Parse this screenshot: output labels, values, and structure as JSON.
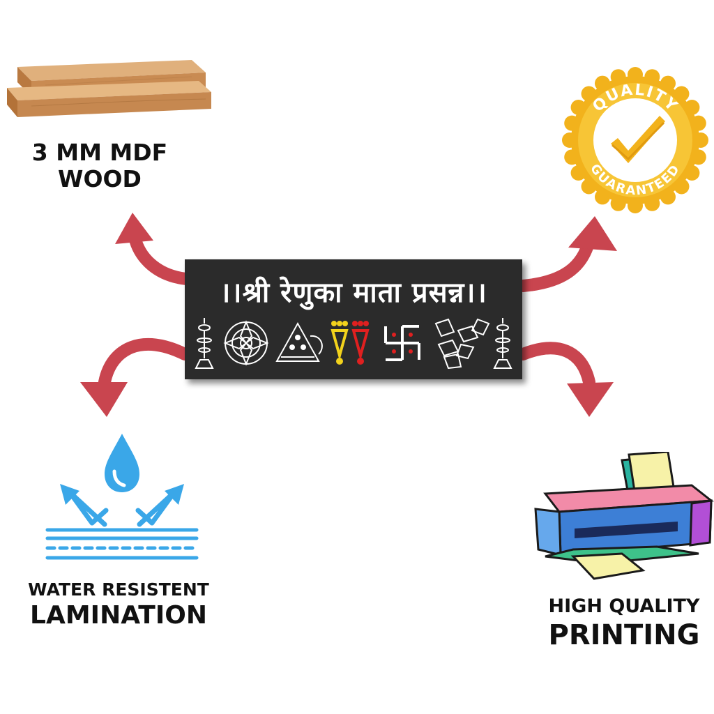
{
  "features": {
    "wood": {
      "line1": "3 MM MDF",
      "line2": "WOOD",
      "icon": "wood-planks-icon"
    },
    "quality": {
      "top_text": "QUALITY",
      "bottom_text": "GUARANTEED",
      "icon": "quality-seal-icon"
    },
    "lamination": {
      "line1": "WATER RESISTENT",
      "line2": "LAMINATION",
      "icon": "water-resistant-icon"
    },
    "printing": {
      "line1": "HIGH QUALITY",
      "line2": "PRINTING",
      "icon": "printer-icon"
    }
  },
  "nameplate": {
    "text": "।।श्री रेणुका माता प्रसन्न।।",
    "background": "#2b2b2b",
    "symbols": [
      "lamp-icon",
      "rangoli-icon",
      "conch-icon",
      "footprints-icon",
      "swastik-icon",
      "om-rangoli-icon",
      "lamp-icon"
    ]
  },
  "colors": {
    "arrow": "#c9454f",
    "seal": "#f2b21c",
    "water": "#3aa7e8"
  }
}
